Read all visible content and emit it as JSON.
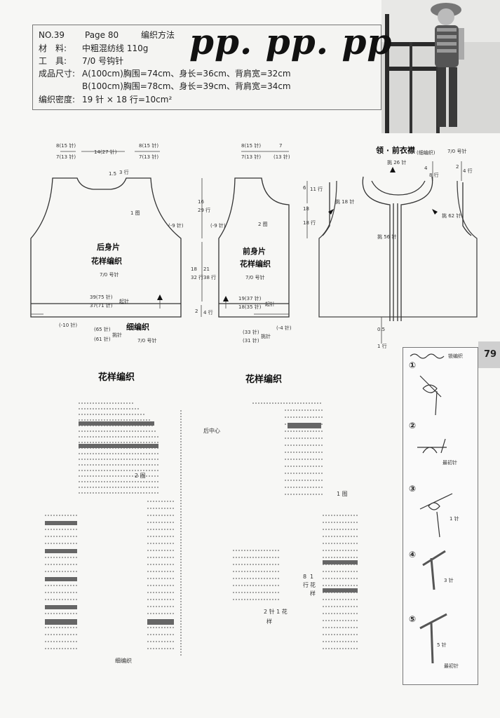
{
  "header": {
    "no": "NO.39",
    "page": "Page 80",
    "method": "编织方法",
    "material_key": "材　料:",
    "material": "中粗混纺线 110g",
    "tool_key": "工　具:",
    "tool": "7/0 号钩针",
    "size_key": "成品尺寸:",
    "size_a": "A(100cm)胸围=74cm、身长=36cm、背肩宽=32cm",
    "size_b": "B(100cm)胸围=78cm、身长=39cm、背肩宽=34cm",
    "gauge_key": "编织密度:",
    "gauge": "19 针 × 18 行=10cm²"
  },
  "watermark": "pp. pp. pp",
  "back": {
    "title": "后身片",
    "pattern": "花样编织",
    "needle": "7/0 号针",
    "top_left": "8(15 针)",
    "top_left2": "7(13 针)",
    "top_mid": "14(27 针)",
    "top_right": "8(15 针)",
    "top_right2": "7(13 针)",
    "neck": "1.5",
    "neck_rows": "3 行",
    "armhole": "(-9 针)",
    "fig": "1 图",
    "start1": "39(75 针)",
    "start2": "37(71 针)",
    "start_label": "起针",
    "bottom1": "(65 针)",
    "bottom2": "(61 针)",
    "pick": "挑针",
    "dec": "(-10 针)",
    "rib": "细编织",
    "rib_needle": "7/0 号针"
  },
  "front": {
    "title": "前身片",
    "pattern": "花样编织",
    "needle": "7/0 号针",
    "top1": "8(15 针)",
    "top2": "7(13 针)",
    "top3": "7",
    "top4": "(13 针)",
    "armhole": "(-9 针)",
    "fig": "2 图",
    "h1": "16",
    "h2": "29 行",
    "h3": "18",
    "h4": "32 行",
    "h5": "21",
    "h6": "38 行",
    "h7": "18",
    "h8": "18 行",
    "h9": "6",
    "h10": "11 行",
    "start1": "19(37 针)",
    "start2": "18(35 针)",
    "start_label": "起针",
    "bottom1": "(33 针)",
    "bottom2": "(31 针)",
    "pick": "挑针",
    "dec": "(-4 针)",
    "rib_h": "2",
    "rib_rows": "4 行"
  },
  "collar": {
    "title": "领 · 前衣襟",
    "sub": "(细编织)",
    "needle": "7/0 号针",
    "pick_top": "挑 26 针",
    "pick_side": "挑 18 针",
    "pick_front": "挑 56 针",
    "pick_arm": "挑 62 针",
    "side_h": "4",
    "side_rows": "8 行",
    "arm_h": "2",
    "arm_rows": "4 行",
    "bottom": "0.5",
    "bottom_rows": "1 行"
  },
  "chart_left": {
    "title": "花样编织",
    "fig": "2 图",
    "bottom_label": "细编织"
  },
  "chart_right": {
    "title": "花样编织",
    "center": "后中心",
    "fig": "1 图",
    "repeat1": "8",
    "repeat2": "行",
    "repeat3": "1",
    "repeat4": "花",
    "repeat5": "样",
    "repeat_bottom": "2 针 1 花",
    "repeat_bottom2": "样"
  },
  "chain": {
    "legend": "锁编织",
    "s1": "①",
    "s2": "②",
    "s3": "③",
    "s4": "④",
    "s5": "⑤",
    "note2": "最初针",
    "note3": "1 针",
    "note4": "3 针",
    "note5a": "5 针",
    "note5b": "最初针"
  },
  "page_number": "79"
}
